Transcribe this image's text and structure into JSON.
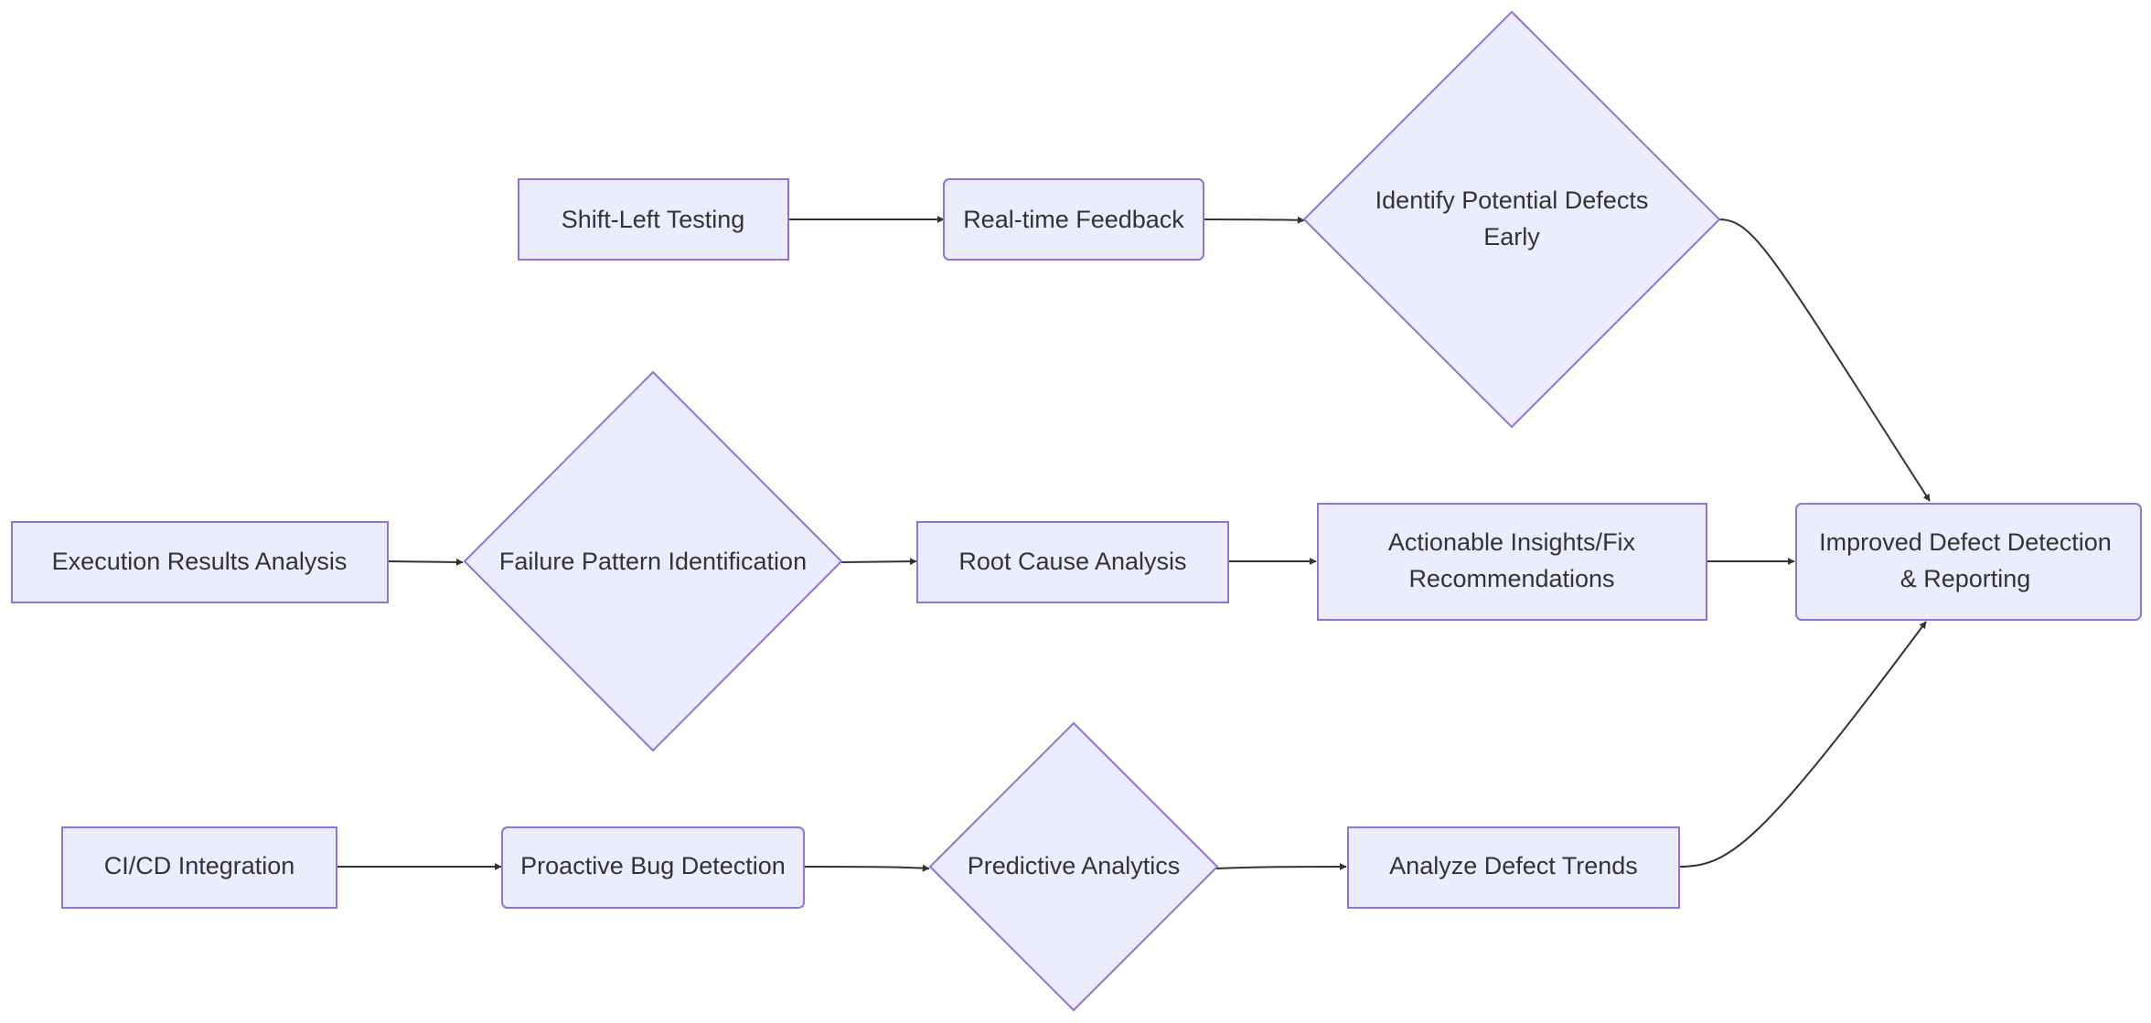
{
  "nodes": {
    "shift_left": "Shift-Left Testing",
    "realtime": "Real-time Feedback",
    "identify": [
      "Identify Potential Defects",
      "Early"
    ],
    "exec": "Execution Results Analysis",
    "failure": "Failure Pattern Identification",
    "root": "Root Cause Analysis",
    "actionable": [
      "Actionable Insights/Fix",
      "Recommendations"
    ],
    "improved": [
      "Improved Defect Detection",
      "& Reporting"
    ],
    "cicd": "CI/CD Integration",
    "proactive": "Proactive Bug Detection",
    "predictive": "Predictive Analytics",
    "trends": "Analyze Defect Trends"
  },
  "colors": {
    "node_fill": "#ECECFF",
    "node_stroke": "#9370DB",
    "edge": "#333333",
    "text": "#333333"
  }
}
